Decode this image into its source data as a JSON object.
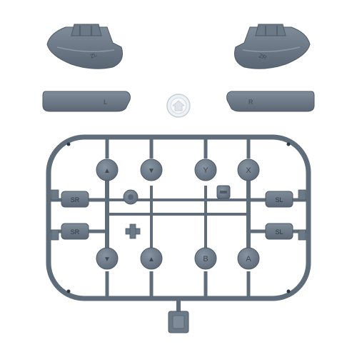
{
  "photo": {
    "colors": {
      "background": "#ffffff",
      "plastic": "#6c7a87",
      "plastic_light": "#8593a0",
      "plastic_dark": "#4f5b66",
      "sprue": "#5f6c79",
      "clear_part": "#e9eef2",
      "marking": "#3e4852",
      "pin_hole": "#2e3640"
    },
    "parts": {
      "zl_trigger": {
        "icon": "zl-trigger-icon"
      },
      "zr_trigger": {
        "icon": "zr-trigger-icon"
      },
      "l_bumper": {
        "label": "L"
      },
      "r_bumper": {
        "label": "R"
      },
      "clear_button": {
        "icon": "clear-home-button-icon"
      }
    },
    "sprue": {
      "left_rail_labels": [
        "SR",
        "SR"
      ],
      "right_rail_labels": [
        "SL",
        "SL"
      ],
      "top_row_symbols": [
        "▲",
        "▼",
        "Y",
        "X"
      ],
      "bottom_row_symbols": [
        "▼",
        "▲",
        "B",
        "A"
      ]
    }
  }
}
